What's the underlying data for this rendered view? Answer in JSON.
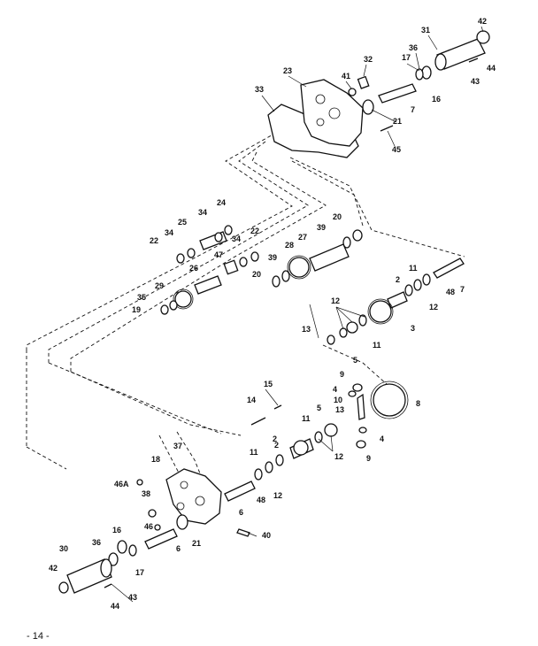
{
  "page_number": "- 14 -",
  "callouts": {
    "c1": "42",
    "c2": "31",
    "c3": "36",
    "c4": "17",
    "c5": "44",
    "c6": "43",
    "c7": "16",
    "c8": "32",
    "c9": "41",
    "c10": "23",
    "c11": "33",
    "c12": "7",
    "c13": "21",
    "c14": "45",
    "c15": "24",
    "c16": "34",
    "c17": "25",
    "c18": "34",
    "c19": "22",
    "c20": "22",
    "c21": "34",
    "c22": "20",
    "c23": "39",
    "c24": "27",
    "c25": "28",
    "c26": "47",
    "c27": "26",
    "c28": "29",
    "c29": "35",
    "c30": "19",
    "c31": "39",
    "c32": "20",
    "c33": "11",
    "c34": "2",
    "c35": "48",
    "c36": "7",
    "c37": "12",
    "c38": "12",
    "c39": "11",
    "c40": "3",
    "c41": "13",
    "c42": "5",
    "c43": "9",
    "c44": "4",
    "c45": "10",
    "c46": "13",
    "c47": "8",
    "c48": "15",
    "c49": "14",
    "c50": "11",
    "c51": "5",
    "c52": "2",
    "c53": "12",
    "c54": "4",
    "c55": "9",
    "c56": "37",
    "c57": "18",
    "c58": "46A",
    "c59": "38",
    "c60": "11",
    "c61": "2",
    "c62": "48",
    "c63": "12",
    "c64": "6",
    "c65": "46",
    "c66": "21",
    "c67": "40",
    "c68": "6",
    "c69": "30",
    "c70": "36",
    "c71": "16",
    "c72": "17",
    "c73": "42",
    "c74": "44",
    "c75": "43"
  }
}
